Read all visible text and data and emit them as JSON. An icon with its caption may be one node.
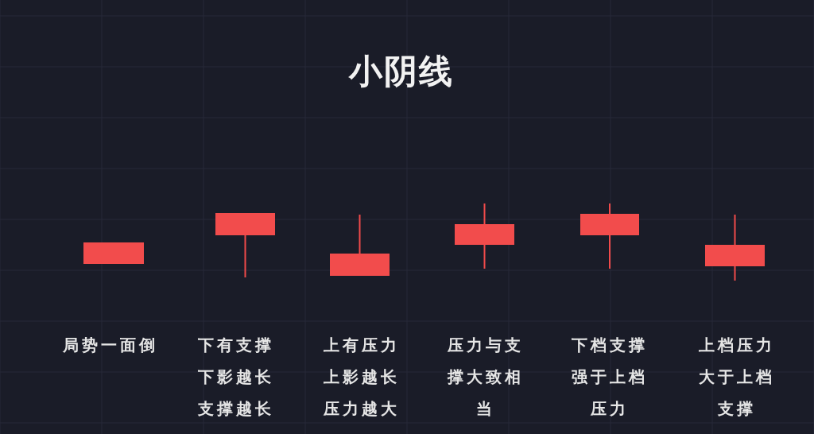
{
  "diagram": {
    "title": "小阴线",
    "labels": [
      "局势一面倒",
      "下有支撑下影越长支撑越长",
      "上有压力上影越长压力越大",
      "压力与支撑大致相当",
      "下档支撑强于上档压力",
      "上档压力大于上档支撑"
    ]
  }
}
